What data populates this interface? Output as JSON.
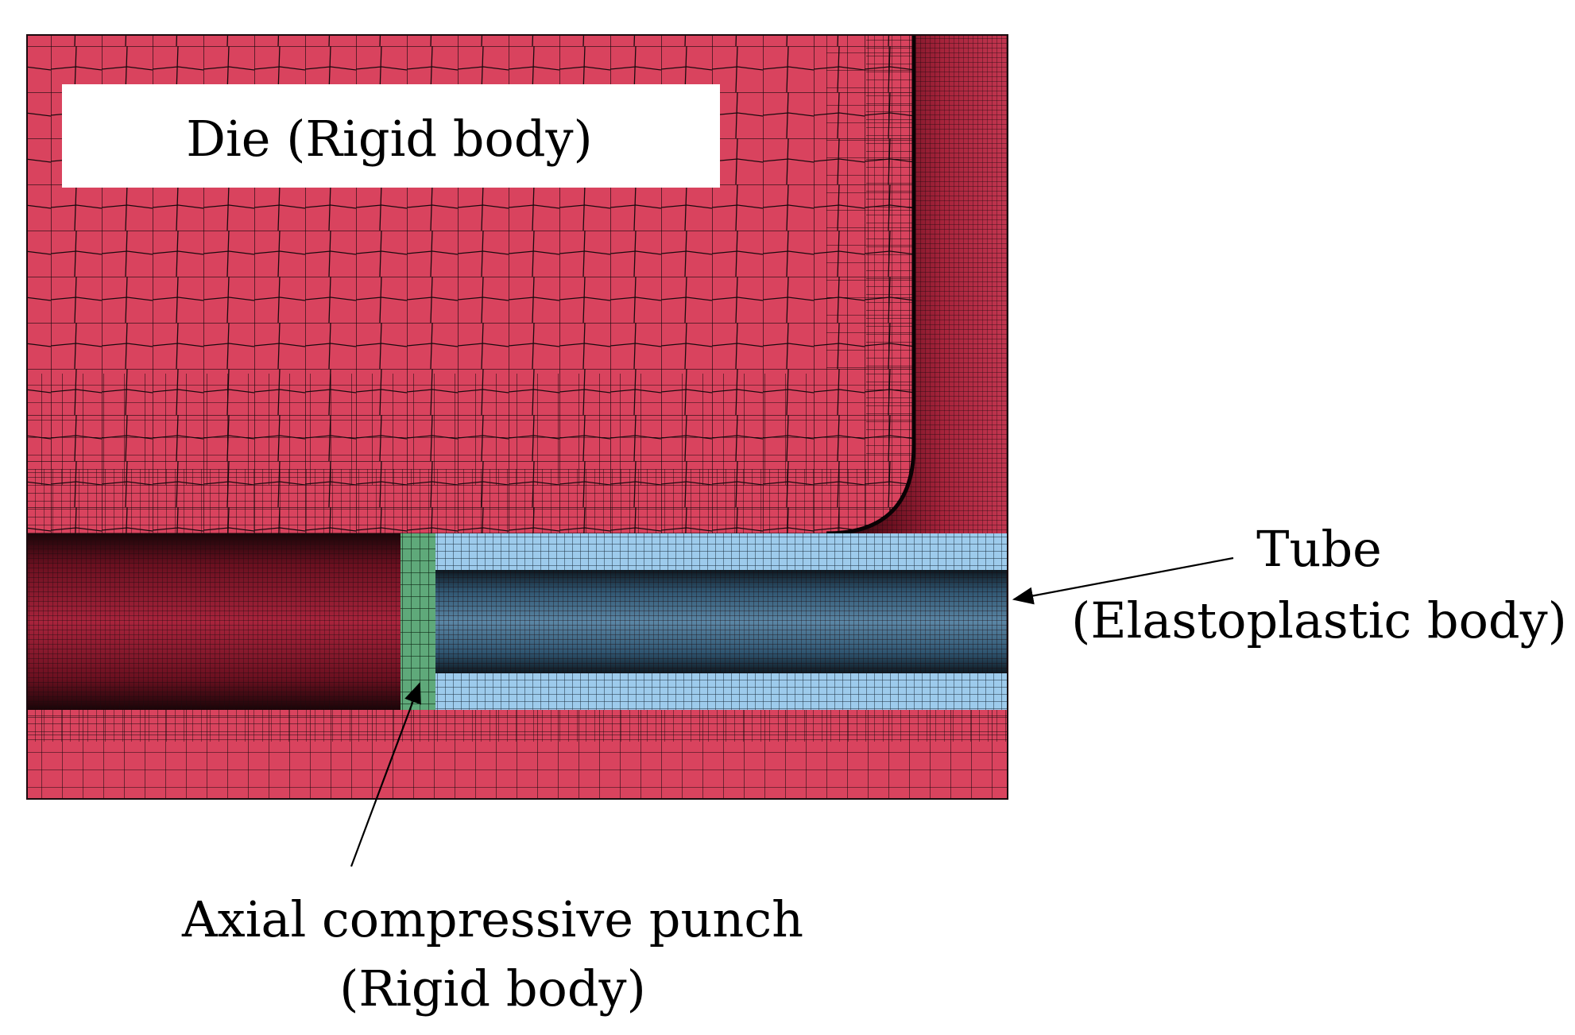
{
  "labels": {
    "die": "Die (Rigid body)",
    "tube_line1": "Tube",
    "tube_line2": "(Elastoplastic body)",
    "punch_line1": "Axial compressive punch",
    "punch_line2": "(Rigid body)"
  },
  "colors": {
    "die": "#d9435e",
    "die_dense": "#7a1424",
    "tube_outer": "#9dcbec",
    "tube_core": "#3d6683",
    "punch": "#5fa97a",
    "mesh_line": "#1a0a0e",
    "label_box": "#ffffff"
  }
}
